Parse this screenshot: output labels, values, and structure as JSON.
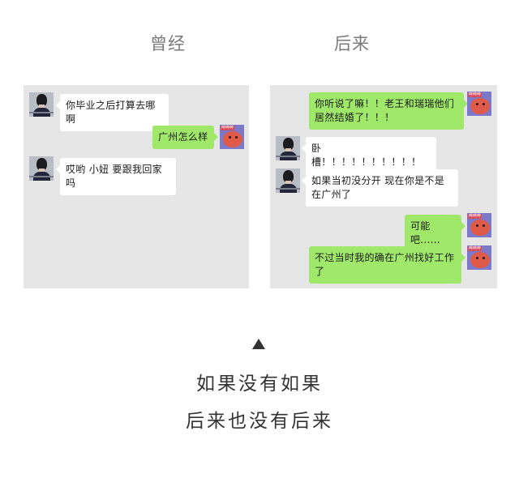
{
  "columns": {
    "left_title": "曾经",
    "right_title": "后来"
  },
  "left_chat": {
    "messages": [
      {
        "from": "other",
        "text": "你毕业之后打算去哪啊"
      },
      {
        "from": "self",
        "text": "广州怎么样"
      },
      {
        "from": "other",
        "text": "哎哟 小妞 要跟我回家吗"
      }
    ]
  },
  "right_chat": {
    "messages": [
      {
        "from": "self",
        "text": "你听说了嘛！！老王和瑞瑞他们居然结婚了！！！"
      },
      {
        "from": "other",
        "text": "卧槽！！！！！！！！！！"
      },
      {
        "from": "other",
        "text": "如果当初没分开 现在你是不是在广州了"
      },
      {
        "from": "self",
        "text": "可能吧......"
      },
      {
        "from": "self",
        "text": "不过当时我的确在广州找好工作了"
      }
    ]
  },
  "avatar_badge_text": "哔哔哔",
  "footer": {
    "line1": "如果没有如果",
    "line2": "后来也没有后来"
  },
  "colors": {
    "panel_bg": "#e6e6e6",
    "bubble_out": "#9fe86a",
    "bubble_in": "#ffffff",
    "title_text": "#7a7a7a",
    "caption_text": "#333333"
  },
  "icons": [
    "avatar-girl-icon",
    "avatar-self-icon",
    "up-arrow-icon"
  ]
}
